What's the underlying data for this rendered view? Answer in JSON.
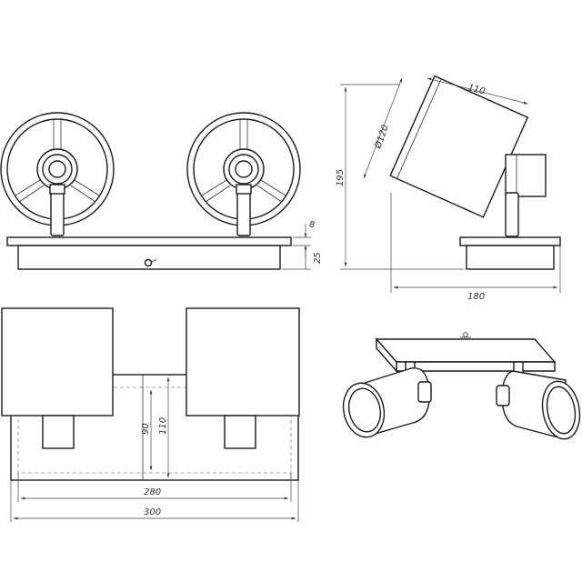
{
  "dimensions": {
    "plate_thickness": "8",
    "base_height": "25",
    "total_height": "195",
    "shade_length": "110",
    "shade_diameter": "Ø120",
    "projection": "180",
    "inner_width": "90",
    "plate_width": "110",
    "inner_length": "280",
    "total_length": "300"
  }
}
